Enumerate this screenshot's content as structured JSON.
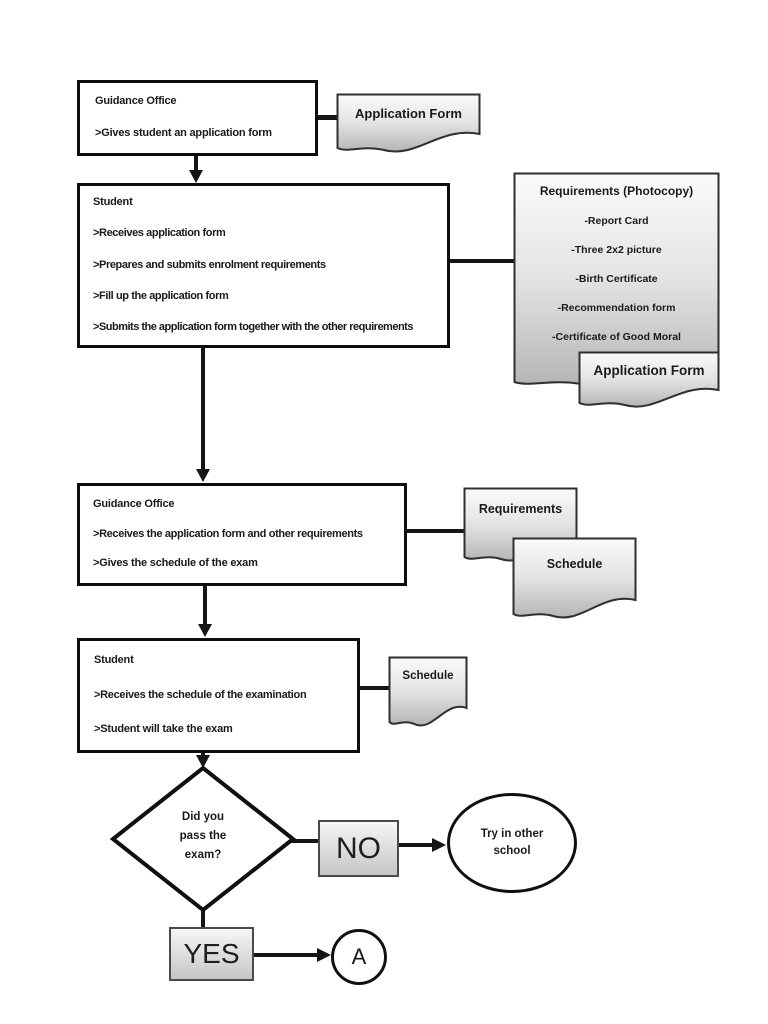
{
  "colors": {
    "line": "#151515",
    "box_border": "#0d0d0d",
    "doc_border": "#2f2f2f",
    "doc_fill_top": "#fbfbfb",
    "doc_fill_bottom": "#b5b5b5",
    "badge_fill_top": "#f6f6f6",
    "badge_fill_bottom": "#c6c6c6"
  },
  "steps": {
    "step1": {
      "title": "Guidance Office",
      "lines": [
        ">Gives student an application form"
      ]
    },
    "step2": {
      "title": "Student",
      "lines": [
        ">Receives application form",
        ">Prepares and submits enrolment requirements",
        ">Fill up the application form",
        ">Submits the application form together with the other requirements"
      ]
    },
    "step3": {
      "title": "Guidance Office",
      "lines": [
        ">Receives the application form and other requirements",
        ">Gives the schedule of the exam"
      ]
    },
    "step4": {
      "title": "Student",
      "lines": [
        ">Receives the schedule of the examination",
        ">Student will take the exam"
      ]
    }
  },
  "documents": {
    "application_form_top": "Application Form",
    "requirements_photocopy": {
      "title": "Requirements (Photocopy)",
      "items": [
        "-Report Card",
        "-Three 2x2 picture",
        "-Birth Certificate",
        "-Recommendation form",
        "-Certificate of Good Moral"
      ]
    },
    "application_form_2": "Application Form",
    "requirements": "Requirements",
    "schedule_1": "Schedule",
    "schedule_2": "Schedule"
  },
  "decision": {
    "lines": [
      "Did you",
      "pass the",
      "exam?"
    ]
  },
  "branches": {
    "no": "NO",
    "yes": "YES"
  },
  "terminators": {
    "try_other_school": {
      "lines": [
        "Try in other",
        "school"
      ]
    },
    "connector_a": "A"
  }
}
